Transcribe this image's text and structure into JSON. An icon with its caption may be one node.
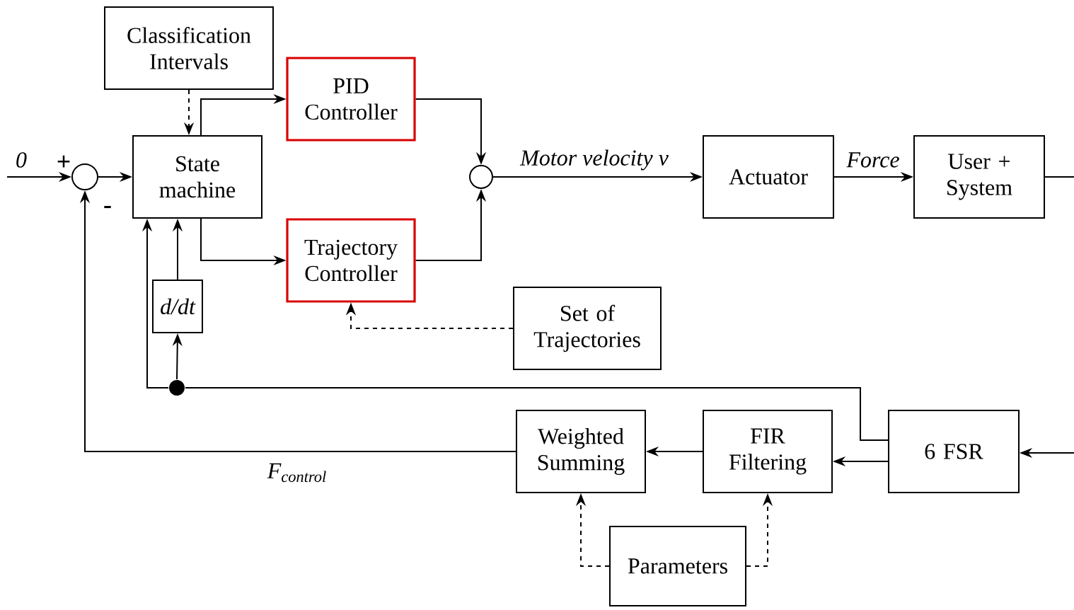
{
  "diagram": {
    "nodes": [
      {
        "text": [
          "Classification Intervals"
        ]
      },
      {
        "text": [
          "PID Controller"
        ]
      },
      {
        "text": [
          "State machine"
        ]
      },
      {
        "text": [],
        "shape": "circle"
      },
      {
        "text": [],
        "shape": "circle"
      },
      {
        "text": [
          "Trajectory Controller"
        ]
      },
      {
        "text": [
          "d/dt"
        ]
      },
      {
        "text": [
          "Set of Trajectories"
        ]
      },
      {
        "text": [
          "Actuator"
        ]
      },
      {
        "text": [
          "User + System"
        ]
      },
      {
        "text": [],
        "shape": "dot"
      },
      {
        "text": [
          "Weighted Summing"
        ]
      },
      {
        "text": [
          "FIR Filtering"
        ]
      },
      {
        "text": [
          "6 FSR"
        ]
      },
      {
        "text": [
          "Parameters"
        ]
      }
    ],
    "edges": [
      {
        "from": null,
        "to": 3,
        "arrow": "to",
        "label": "0"
      },
      {
        "from": 3,
        "to": 2,
        "arrow": "to"
      },
      {
        "from": 0,
        "to": 2,
        "arrow": "to",
        "style": "dashed"
      },
      {
        "from": 2,
        "to": 1,
        "arrow": "to"
      },
      {
        "from": 2,
        "to": 5,
        "arrow": "to"
      },
      {
        "from": 1,
        "to": 4,
        "arrow": "to"
      },
      {
        "from": 5,
        "to": 4,
        "arrow": "to"
      },
      {
        "from": 4,
        "to": 8,
        "arrow": "to",
        "label": "Motor velocity v"
      },
      {
        "from": 8,
        "to": 9,
        "arrow": "to",
        "label": "Force"
      },
      {
        "from": 9,
        "to": null,
        "arrow": "none"
      },
      {
        "from": 7,
        "to": 5,
        "arrow": "to",
        "style": "dashed"
      },
      {
        "from": null,
        "to": 13,
        "arrow": "to"
      },
      {
        "from": 13,
        "to": 12,
        "arrow": "to"
      },
      {
        "from": 12,
        "to": 11,
        "arrow": "to"
      },
      {
        "from": 11,
        "to": 3,
        "arrow": "to",
        "label": "F$_{control}$"
      },
      {
        "from": 13,
        "to": 10,
        "arrow": "none"
      },
      {
        "from": 10,
        "to": 2,
        "arrow": "to"
      },
      {
        "from": 10,
        "to": 6,
        "arrow": "to"
      },
      {
        "from": 6,
        "to": 2,
        "arrow": "to"
      },
      {
        "from": 14,
        "to": 11,
        "arrow": "to",
        "style": "dashed"
      },
      {
        "from": 14,
        "to": 12,
        "arrow": "to",
        "style": "dashed"
      }
    ],
    "labels": [
      "+",
      "-"
    ]
  }
}
